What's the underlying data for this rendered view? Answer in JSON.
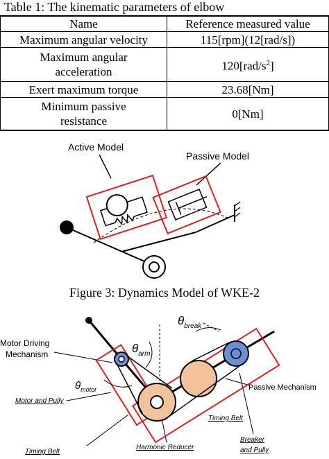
{
  "table": {
    "caption": "Table 1: The kinematic parameters of elbow",
    "headers": [
      "Name",
      "Reference measured value"
    ],
    "rows": [
      {
        "name": "Maximum angular velocity",
        "value": "115[rpm](12[rad/s])"
      },
      {
        "name": "Maximum angular acceleration",
        "name_l1": "Maximum angular",
        "name_l2": "acceleration",
        "value": "120[rad/s",
        "value_sup": "2",
        "value_end": "]"
      },
      {
        "name": "Exert maximum torque",
        "value": "23.68[Nm]"
      },
      {
        "name": "Minimum passive resistance",
        "name_l1": "Minimum passive",
        "name_l2": "resistance",
        "value": "0[Nm]"
      }
    ]
  },
  "figure3": {
    "caption": "Figure 3: Dynamics Model of WKE-2",
    "labels": {
      "active": "Active Model",
      "passive": "Passive Model"
    }
  },
  "figure4": {
    "labels": {
      "motor_driving_l1": "Motor Driving",
      "motor_driving_l2": "Mechanism",
      "theta_motor_sub": "motor",
      "theta_arm_sub": "arm",
      "theta_break_sub": "break",
      "theta": "θ",
      "passive_mechanism": "Passive Mechanism",
      "motor_and_pully": "Motor and Pully",
      "timing_belt_left": "Timing Belt",
      "harmonic_reducer": "Harmonic Reducer",
      "timing_belt_right": "Timing Belt",
      "breaker_l1": "Breaker",
      "breaker_l2": "and Pully"
    },
    "colors": {
      "red_box": "#e02020",
      "blue": "#6b8fd6",
      "peach": "#f2c29a"
    }
  }
}
